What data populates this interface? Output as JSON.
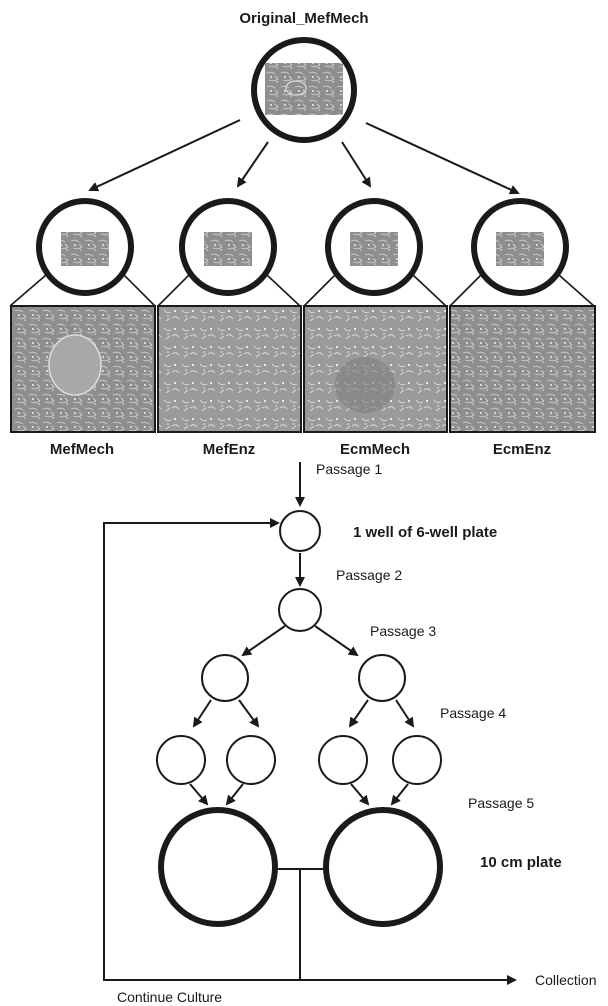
{
  "top_title": "Original_MefMech",
  "conditions": [
    {
      "label": "MefMech"
    },
    {
      "label": "MefEnz"
    },
    {
      "label": "EcmMech"
    },
    {
      "label": "EcmEnz"
    }
  ],
  "passages": {
    "p1": "Passage 1",
    "p2": "Passage 2",
    "p3": "Passage 3",
    "p4": "Passage 4",
    "p5": "Passage 5"
  },
  "well_label": "1 well of 6-well plate",
  "plate_label": "10 cm plate",
  "collection_label": "Collection",
  "continue_label": "Continue Culture",
  "colors": {
    "line": "#1a1a1a",
    "micrograph_fill": "#8c8c8c",
    "micrograph_light": "#b5b5b5"
  }
}
